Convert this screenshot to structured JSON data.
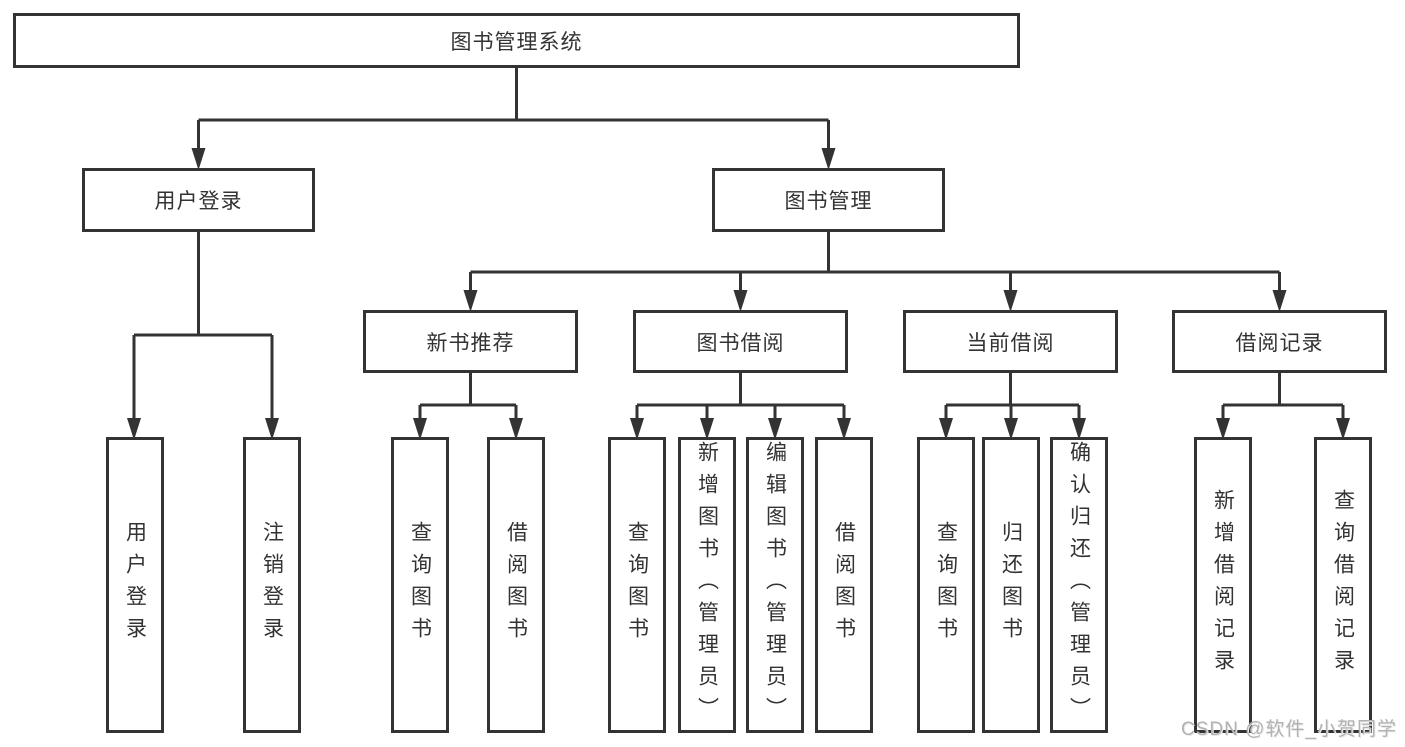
{
  "diagram": {
    "type": "hierarchy-tree",
    "line_color": "#333333",
    "box_border_color": "#333333",
    "background_color": "#ffffff",
    "tree": {
      "label": "图书管理系统",
      "children": [
        {
          "label": "用户登录",
          "children": [
            {
              "label": "用户登录"
            },
            {
              "label": "注销登录"
            }
          ]
        },
        {
          "label": "图书管理",
          "children": [
            {
              "label": "新书推荐",
              "children": [
                {
                  "label": "查询图书"
                },
                {
                  "label": "借阅图书"
                }
              ]
            },
            {
              "label": "图书借阅",
              "children": [
                {
                  "label": "查询图书"
                },
                {
                  "label": "新增图书（管理员）"
                },
                {
                  "label": "编辑图书（管理员）"
                },
                {
                  "label": "借阅图书"
                }
              ]
            },
            {
              "label": "当前借阅",
              "children": [
                {
                  "label": "查询图书"
                },
                {
                  "label": "归还图书"
                },
                {
                  "label": "确认归还（管理员）"
                }
              ]
            },
            {
              "label": "借阅记录",
              "children": [
                {
                  "label": "新增借阅记录"
                },
                {
                  "label": "查询借阅记录"
                }
              ]
            }
          ]
        }
      ]
    }
  },
  "watermark": {
    "text": "CSDN @软件_小贺同学"
  }
}
